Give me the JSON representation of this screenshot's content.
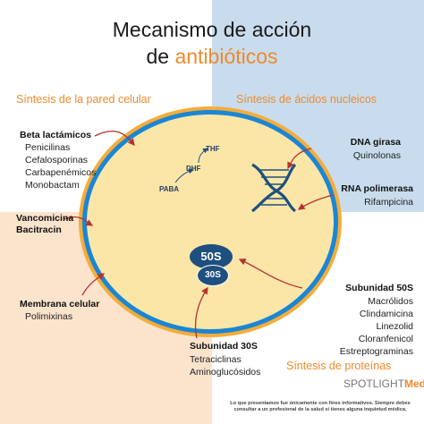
{
  "title": {
    "line1": "Mecanismo de acción",
    "line2_prefix": "de",
    "line2_highlight": "antibióticos"
  },
  "sections": {
    "cell_wall": "Síntesis de la pared celular",
    "nucleic_acids": "Síntesis de ácidos nucleicos",
    "protein_synthesis": "Síntesis de proteínas"
  },
  "metabolites": {
    "paba": "PABA",
    "dhf": "DHF",
    "thf": "THF"
  },
  "ribosome": {
    "large": "50S",
    "small": "30S"
  },
  "groups": {
    "beta_lactams": {
      "title": "Beta lactámicos",
      "items": [
        "Penicilinas",
        "Cefalosporinas",
        "Carbapenémicos",
        "Monobactam"
      ]
    },
    "vancomycin": {
      "title_line1": "Vancomicina",
      "title_line2": "Bacitracin"
    },
    "membrane": {
      "title": "Membrana celular",
      "items": [
        "Polimixinas"
      ]
    },
    "dna_gyrase": {
      "title": "DNA girasa",
      "items": [
        "Quinolonas"
      ]
    },
    "rna_polymerase": {
      "title": "RNA polimerasa",
      "items": [
        "Rifampicina"
      ]
    },
    "subunit_50s": {
      "title": "Subunidad 50S",
      "items": [
        "Macrólidos",
        "Clindamicina",
        "Linezolid",
        "Cloranfenicol",
        "Estreptograminas"
      ]
    },
    "subunit_30s": {
      "title": "Subunidad 30S",
      "items": [
        "Tetraciclinas",
        "Aminoglucósidos"
      ]
    }
  },
  "brand": {
    "name": "SPOTLIGHT",
    "suffix": "Med"
  },
  "disclaimer": "Lo que presentamos fue únicamente con fines informativos. Siempre debes consultar a un profesional de la salud si tienes alguna inquietud médica.",
  "colors": {
    "accent": "#ee8a2c",
    "cell_fill": "#fbe6a8",
    "cell_border": "#1a86d4",
    "cell_outer_border": "#f4ad3b",
    "ribosome": "#1f4f7f",
    "arrow": "#b5322d",
    "nucleic_quadrant": "#c8dced",
    "membrane_quadrant": "#fbe3cc"
  },
  "icons": [
    "dna-helix-icon"
  ]
}
